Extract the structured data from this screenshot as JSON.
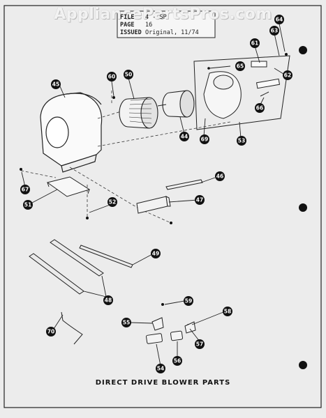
{
  "watermark": "AppliancePartsPros.com",
  "info": {
    "file_label": "FILE",
    "file_value": "4 - SP",
    "page_label": "PAGE",
    "page_value": "16",
    "issued_label": "ISSUED",
    "issued_value": "Original, 11/74"
  },
  "callouts": [
    "64",
    "63",
    "61",
    "65",
    "62",
    "66",
    "60",
    "50",
    "45",
    "44",
    "69",
    "53",
    "46",
    "47",
    "67",
    "51",
    "52",
    "49",
    "48",
    "59",
    "58",
    "55",
    "57",
    "56",
    "54",
    "70"
  ],
  "caption": "DIRECT DRIVE BLOWER PARTS"
}
